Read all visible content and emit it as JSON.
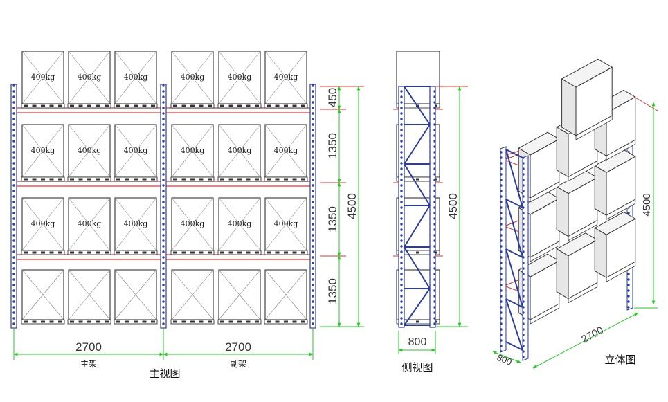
{
  "labels": {
    "load": "400kg",
    "width_main": "2700",
    "width_aux": "2700",
    "main_frame": "主架",
    "aux_frame": "副架",
    "front_view": "主视图",
    "side_view": "侧视图",
    "iso_view": "立体图",
    "depth": "800",
    "level_top": "450",
    "level_mid": "1350",
    "height_total": "4500",
    "iso_width": "2700",
    "iso_height": "4500",
    "iso_depth": "800"
  },
  "colors": {
    "upright": "#2b3da0",
    "beam": "#e0302a",
    "dimension": "#22cc22",
    "line": "#333333"
  }
}
